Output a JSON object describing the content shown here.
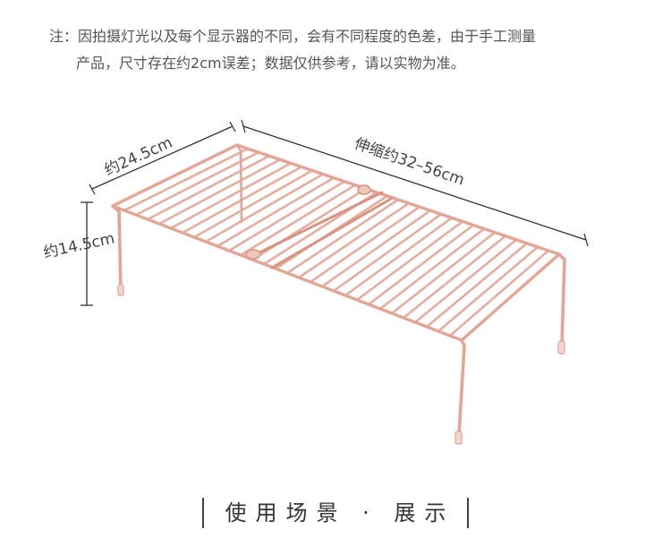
{
  "note": {
    "line1": "注：因拍摄灯光以及每个显示器的不同，会有不同程度的色差，由于手工测量",
    "line2": "产品，尺寸存在约2cm误差；数据仅供参考，请以实物为准。"
  },
  "dimensions": {
    "depth": "约24.5cm",
    "length": "伸缩约32–56cm",
    "height": "约14.5cm"
  },
  "footer": {
    "title": "使用场景 · 展示"
  },
  "colors": {
    "rack": "#e8b0a3",
    "rack_shadow": "#d99484",
    "foot": "#f3d6cf"
  }
}
